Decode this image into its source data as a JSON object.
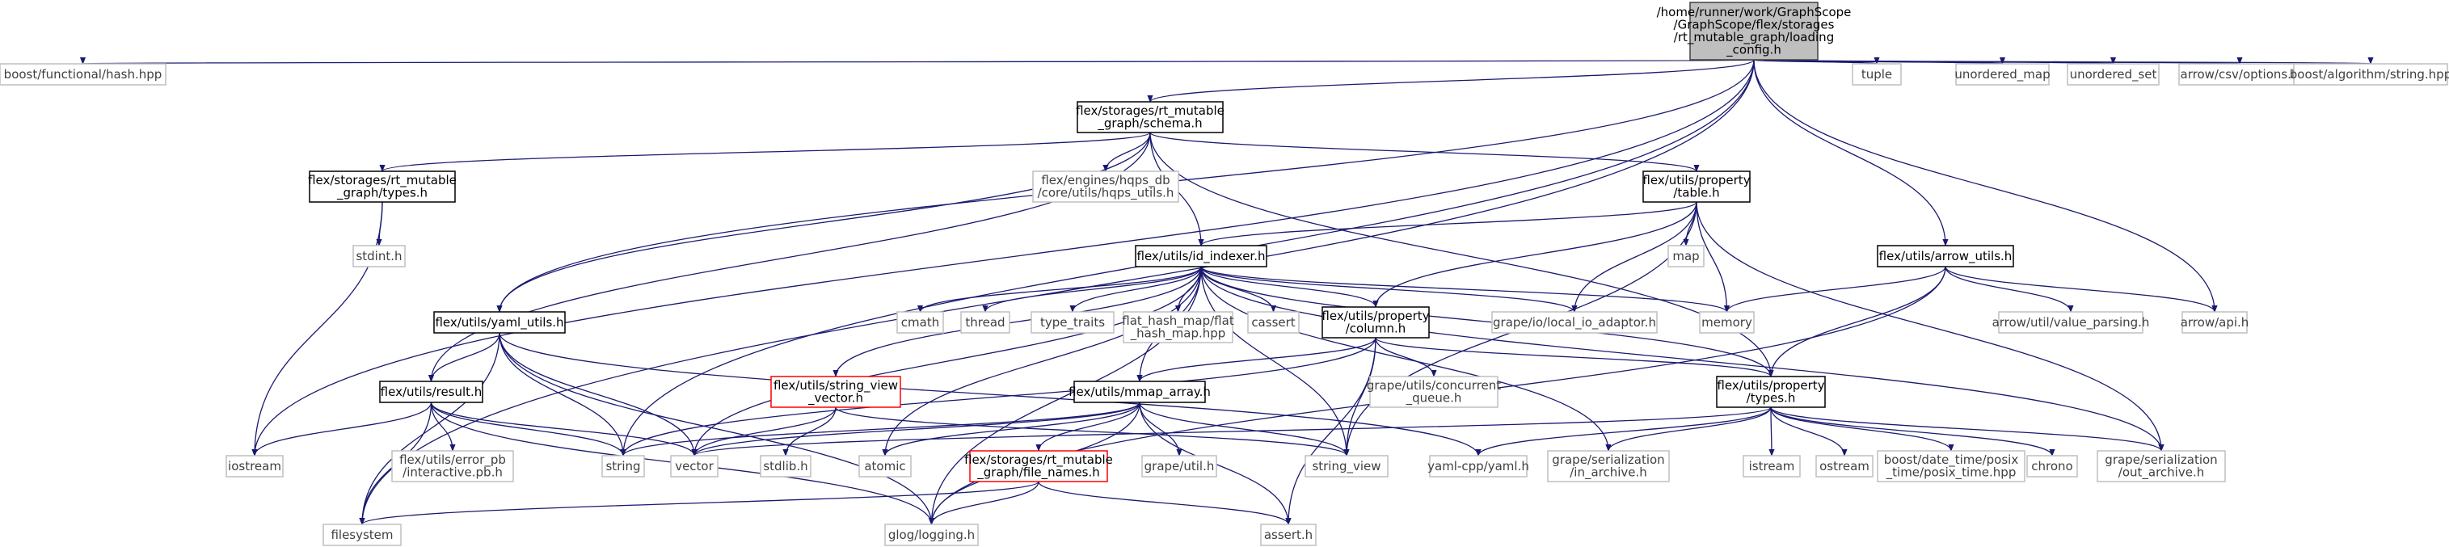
{
  "colors": {
    "edge": "#191970",
    "root_fill": "#bfbfbf",
    "local_border": "#000000",
    "external_border": "#bfbfbf",
    "missing_border": "#ff0000"
  },
  "nodes": [
    {
      "id": "root",
      "kind": "root",
      "lines": [
        "/home/runner/work/GraphScope",
        "/GraphScope/flex/storages",
        "/rt_mutable_graph/loading",
        "_config.h"
      ]
    },
    {
      "id": "boost_hash",
      "kind": "ext",
      "lines": [
        "boost/functional/hash.hpp"
      ]
    },
    {
      "id": "schema",
      "kind": "local",
      "lines": [
        "flex/storages/rt_mutable",
        "_graph/schema.h"
      ]
    },
    {
      "id": "tuple",
      "kind": "ext",
      "lines": [
        "tuple"
      ]
    },
    {
      "id": "unordered_map",
      "kind": "ext",
      "lines": [
        "unordered_map"
      ]
    },
    {
      "id": "unordered_set",
      "kind": "ext",
      "lines": [
        "unordered_set"
      ]
    },
    {
      "id": "arrow_csv",
      "kind": "ext",
      "lines": [
        "arrow/csv/options.h"
      ]
    },
    {
      "id": "boost_string",
      "kind": "ext",
      "lines": [
        "boost/algorithm/string.hpp"
      ]
    },
    {
      "id": "types_rt",
      "kind": "local",
      "lines": [
        "flex/storages/rt_mutable",
        "_graph/types.h"
      ]
    },
    {
      "id": "hqps_utils",
      "kind": "ext",
      "lines": [
        "flex/engines/hqps_db",
        "/core/utils/hqps_utils.h"
      ]
    },
    {
      "id": "prop_table",
      "kind": "local",
      "lines": [
        "flex/utils/property",
        "/table.h"
      ]
    },
    {
      "id": "stdint",
      "kind": "ext",
      "lines": [
        "stdint.h"
      ]
    },
    {
      "id": "map",
      "kind": "ext",
      "lines": [
        "map"
      ]
    },
    {
      "id": "arrow_utils",
      "kind": "local",
      "lines": [
        "flex/utils/arrow_utils.h"
      ]
    },
    {
      "id": "id_indexer",
      "kind": "local",
      "lines": [
        "flex/utils/id_indexer.h"
      ]
    },
    {
      "id": "yaml_utils",
      "kind": "local",
      "lines": [
        "flex/utils/yaml_utils.h"
      ]
    },
    {
      "id": "cmath",
      "kind": "ext",
      "lines": [
        "cmath"
      ]
    },
    {
      "id": "thread",
      "kind": "ext",
      "lines": [
        "thread"
      ]
    },
    {
      "id": "type_traits",
      "kind": "ext",
      "lines": [
        "type_traits"
      ]
    },
    {
      "id": "flat_hash_map",
      "kind": "ext",
      "lines": [
        "flat_hash_map/flat",
        "_hash_map.hpp"
      ]
    },
    {
      "id": "cassert",
      "kind": "ext",
      "lines": [
        "cassert"
      ]
    },
    {
      "id": "prop_column",
      "kind": "local",
      "lines": [
        "flex/utils/property",
        "/column.h"
      ]
    },
    {
      "id": "local_io",
      "kind": "ext",
      "lines": [
        "grape/io/local_io_adaptor.h"
      ]
    },
    {
      "id": "memory",
      "kind": "ext",
      "lines": [
        "memory"
      ]
    },
    {
      "id": "value_parsing",
      "kind": "ext",
      "lines": [
        "arrow/util/value_parsing.h"
      ]
    },
    {
      "id": "arrow_api",
      "kind": "ext",
      "lines": [
        "arrow/api.h"
      ]
    },
    {
      "id": "result",
      "kind": "local",
      "lines": [
        "flex/utils/result.h"
      ]
    },
    {
      "id": "sv_vector",
      "kind": "err",
      "lines": [
        "flex/utils/string_view",
        "_vector.h"
      ]
    },
    {
      "id": "mmap_array",
      "kind": "local",
      "lines": [
        "flex/utils/mmap_array.h"
      ]
    },
    {
      "id": "concurrent_queue",
      "kind": "ext",
      "lines": [
        "grape/utils/concurrent",
        "_queue.h"
      ]
    },
    {
      "id": "prop_types",
      "kind": "local",
      "lines": [
        "flex/utils/property",
        "/types.h"
      ]
    },
    {
      "id": "iostream",
      "kind": "ext",
      "lines": [
        "iostream"
      ]
    },
    {
      "id": "error_pb",
      "kind": "ext",
      "lines": [
        "flex/utils/error_pb",
        "/interactive.pb.h"
      ]
    },
    {
      "id": "string",
      "kind": "ext",
      "lines": [
        "string"
      ]
    },
    {
      "id": "vector",
      "kind": "ext",
      "lines": [
        "vector"
      ]
    },
    {
      "id": "stdlib",
      "kind": "ext",
      "lines": [
        "stdlib.h"
      ]
    },
    {
      "id": "atomic",
      "kind": "ext",
      "lines": [
        "atomic"
      ]
    },
    {
      "id": "file_names",
      "kind": "err",
      "lines": [
        "flex/storages/rt_mutable",
        "_graph/file_names.h"
      ]
    },
    {
      "id": "grape_util",
      "kind": "ext",
      "lines": [
        "grape/util.h"
      ]
    },
    {
      "id": "string_view",
      "kind": "ext",
      "lines": [
        "string_view"
      ]
    },
    {
      "id": "yaml_cpp",
      "kind": "ext",
      "lines": [
        "yaml-cpp/yaml.h"
      ]
    },
    {
      "id": "in_archive",
      "kind": "ext",
      "lines": [
        "grape/serialization",
        "/in_archive.h"
      ]
    },
    {
      "id": "istream",
      "kind": "ext",
      "lines": [
        "istream"
      ]
    },
    {
      "id": "ostream",
      "kind": "ext",
      "lines": [
        "ostream"
      ]
    },
    {
      "id": "posix_time",
      "kind": "ext",
      "lines": [
        "boost/date_time/posix",
        "_time/posix_time.hpp"
      ]
    },
    {
      "id": "chrono",
      "kind": "ext",
      "lines": [
        "chrono"
      ]
    },
    {
      "id": "out_archive",
      "kind": "ext",
      "lines": [
        "grape/serialization",
        "/out_archive.h"
      ]
    },
    {
      "id": "filesystem",
      "kind": "ext",
      "lines": [
        "filesystem"
      ]
    },
    {
      "id": "glog",
      "kind": "ext",
      "lines": [
        "glog/logging.h"
      ]
    },
    {
      "id": "assert",
      "kind": "ext",
      "lines": [
        "assert.h"
      ]
    }
  ],
  "edges": [
    [
      "root",
      "boost_hash"
    ],
    [
      "root",
      "schema"
    ],
    [
      "root",
      "tuple"
    ],
    [
      "root",
      "unordered_map"
    ],
    [
      "root",
      "unordered_set"
    ],
    [
      "root",
      "arrow_csv"
    ],
    [
      "root",
      "boost_string"
    ],
    [
      "root",
      "arrow_utils"
    ],
    [
      "root",
      "arrow_api"
    ],
    [
      "root",
      "yaml_utils"
    ],
    [
      "root",
      "iostream"
    ],
    [
      "root",
      "filesystem"
    ],
    [
      "root",
      "string"
    ],
    [
      "schema",
      "types_rt"
    ],
    [
      "schema",
      "hqps_utils"
    ],
    [
      "schema",
      "prop_table"
    ],
    [
      "schema",
      "id_indexer"
    ],
    [
      "schema",
      "yaml_utils"
    ],
    [
      "schema",
      "result"
    ],
    [
      "schema",
      "prop_types"
    ],
    [
      "types_rt",
      "stdint"
    ],
    [
      "types_rt",
      "iostream"
    ],
    [
      "prop_table",
      "map"
    ],
    [
      "prop_table",
      "memory"
    ],
    [
      "prop_table",
      "id_indexer"
    ],
    [
      "prop_table",
      "prop_column"
    ],
    [
      "prop_table",
      "local_io"
    ],
    [
      "prop_table",
      "string_view"
    ],
    [
      "prop_table",
      "out_archive"
    ],
    [
      "arrow_utils",
      "memory"
    ],
    [
      "arrow_utils",
      "value_parsing"
    ],
    [
      "arrow_utils",
      "arrow_api"
    ],
    [
      "arrow_utils",
      "prop_types"
    ],
    [
      "arrow_utils",
      "glog"
    ],
    [
      "id_indexer",
      "cmath"
    ],
    [
      "id_indexer",
      "thread"
    ],
    [
      "id_indexer",
      "type_traits"
    ],
    [
      "id_indexer",
      "flat_hash_map"
    ],
    [
      "id_indexer",
      "cassert"
    ],
    [
      "id_indexer",
      "prop_column"
    ],
    [
      "id_indexer",
      "local_io"
    ],
    [
      "id_indexer",
      "memory"
    ],
    [
      "id_indexer",
      "sv_vector"
    ],
    [
      "id_indexer",
      "mmap_array"
    ],
    [
      "id_indexer",
      "prop_types"
    ],
    [
      "id_indexer",
      "in_archive"
    ],
    [
      "id_indexer",
      "out_archive"
    ],
    [
      "id_indexer",
      "string_view"
    ],
    [
      "id_indexer",
      "atomic"
    ],
    [
      "id_indexer",
      "glog"
    ],
    [
      "id_indexer",
      "vector"
    ],
    [
      "yaml_utils",
      "result"
    ],
    [
      "yaml_utils",
      "string"
    ],
    [
      "yaml_utils",
      "vector"
    ],
    [
      "yaml_utils",
      "filesystem"
    ],
    [
      "yaml_utils",
      "glog"
    ],
    [
      "yaml_utils",
      "yaml_cpp"
    ],
    [
      "prop_column",
      "concurrent_queue"
    ],
    [
      "prop_column",
      "mmap_array"
    ],
    [
      "prop_column",
      "prop_types"
    ],
    [
      "prop_column",
      "string_view"
    ],
    [
      "prop_column",
      "string"
    ],
    [
      "prop_column",
      "assert"
    ],
    [
      "result",
      "iostream"
    ],
    [
      "result",
      "error_pb"
    ],
    [
      "result",
      "string"
    ],
    [
      "result",
      "vector"
    ],
    [
      "result",
      "filesystem"
    ],
    [
      "result",
      "glog"
    ],
    [
      "sv_vector",
      "vector"
    ],
    [
      "sv_vector",
      "stdlib"
    ],
    [
      "sv_vector",
      "string_view"
    ],
    [
      "mmap_array",
      "atomic"
    ],
    [
      "mmap_array",
      "file_names"
    ],
    [
      "mmap_array",
      "grape_util"
    ],
    [
      "mmap_array",
      "string_view"
    ],
    [
      "mmap_array",
      "vector"
    ],
    [
      "mmap_array",
      "string"
    ],
    [
      "mmap_array",
      "glog"
    ],
    [
      "mmap_array",
      "assert"
    ],
    [
      "prop_types",
      "istream"
    ],
    [
      "prop_types",
      "ostream"
    ],
    [
      "prop_types",
      "posix_time"
    ],
    [
      "prop_types",
      "chrono"
    ],
    [
      "prop_types",
      "out_archive"
    ],
    [
      "prop_types",
      "in_archive"
    ],
    [
      "prop_types",
      "yaml_cpp"
    ],
    [
      "prop_types",
      "vector"
    ],
    [
      "file_names",
      "filesystem"
    ],
    [
      "file_names",
      "glog"
    ],
    [
      "file_names",
      "assert"
    ]
  ]
}
